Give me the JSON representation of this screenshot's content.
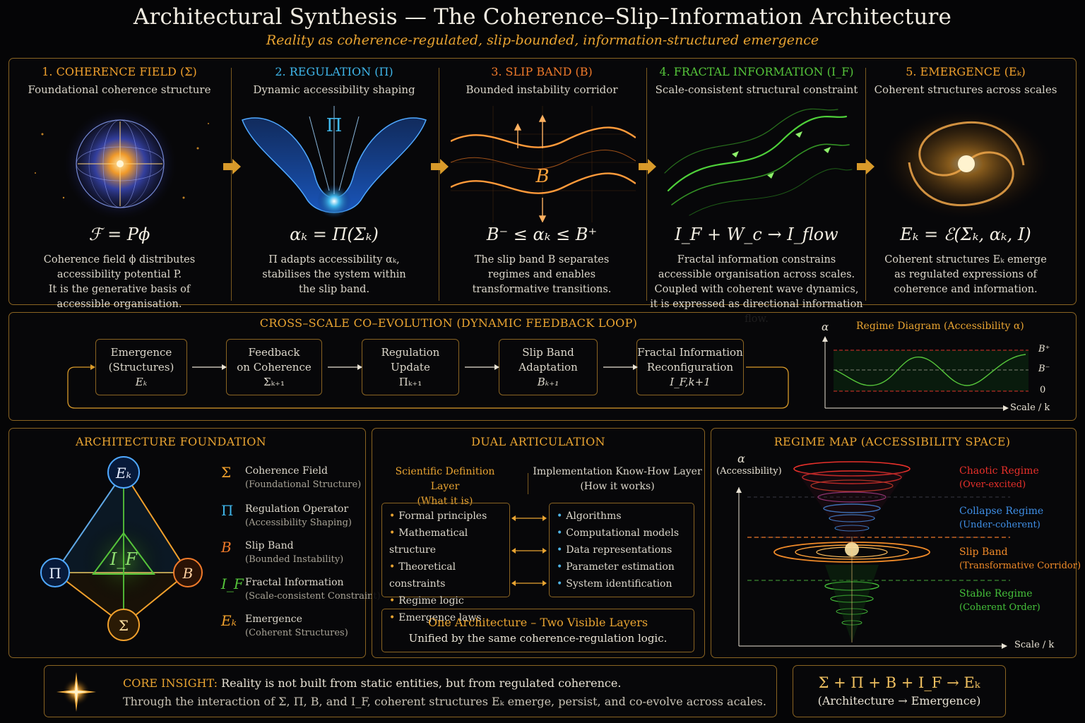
{
  "header": {
    "title": "Architectural Synthesis — The Coherence–Slip–Information Architecture",
    "subtitle": "Reality as coherence-regulated, slip-bounded, information-structured emergence"
  },
  "columns": [
    {
      "title": "1. COHERENCE FIELD (Σ)",
      "subtitle": "Foundational coherence structure",
      "equation": "ℱ = Pϕ",
      "desc": [
        "Coherence field ϕ distributes",
        "accessibility potential P.",
        "It is the generative basis of",
        "accessible organisation."
      ],
      "color": "#f0a02c"
    },
    {
      "title": "2. REGULATION (Π)",
      "subtitle": "Dynamic accessibility shaping",
      "equation": "αₖ = Π(Σₖ)",
      "desc": [
        "Π adapts accessibility αₖ,",
        "stabilises the system within",
        "the slip band."
      ],
      "color": "#3fb6ea"
    },
    {
      "title": "3. SLIP BAND (B)",
      "subtitle": "Bounded instability corridor",
      "equation": "B⁻ ≤ αₖ ≤ B⁺",
      "desc": [
        "The slip band B separates",
        "regimes and enables",
        "transformative transitions."
      ],
      "color": "#f07a2a"
    },
    {
      "title": "4. FRACTAL INFORMATION (I_F)",
      "subtitle": "Scale-consistent structural constraint",
      "equation": "I_F + W_c → I_flow",
      "desc": [
        "Fractal information constrains",
        "accessible organisation across scales.",
        "Coupled with coherent wave dynamics,",
        "it is expressed as directional information flow."
      ],
      "color": "#55c43a"
    },
    {
      "title": "5. EMERGENCE (Eₖ)",
      "subtitle": "Coherent structures across scales",
      "equation": "Eₖ = ℰ(Σₖ, αₖ, I)",
      "desc": [
        "Coherent structures Eₖ emerge",
        "as regulated expressions of",
        "coherence and information."
      ],
      "color": "#f0a02c"
    }
  ],
  "feedback": {
    "title": "CROSS–SCALE CO–EVOLUTION (DYNAMIC FEEDBACK LOOP)",
    "boxes": [
      {
        "line1": "Emergence",
        "line2": "(Structures)",
        "sym": "Eₖ"
      },
      {
        "line1": "Feedback",
        "line2": "on Coherence",
        "sym": "Σₖ₊₁"
      },
      {
        "line1": "Regulation",
        "line2": "Update",
        "sym": "Πₖ₊₁"
      },
      {
        "line1": "Slip Band",
        "line2": "Adaptation",
        "sym": "Bₖ₊₁"
      },
      {
        "line1": "Fractal Information",
        "line2": "Reconfiguration",
        "sym": "I_F,k+1"
      }
    ]
  },
  "regime_diagram": {
    "title": "Regime Diagram (Accessibility α)",
    "yaxis": "α",
    "xaxis": "Scale / k",
    "ticks": [
      "B⁺",
      "B⁻",
      "0"
    ]
  },
  "foundation": {
    "title": "ARCHITECTURE FOUNDATION",
    "nodes": {
      "top": "Eₖ",
      "left": "Π",
      "right": "B",
      "bottom": "Σ",
      "center": "I_F"
    },
    "legend": [
      {
        "sym": "Σ",
        "label": "Coherence Field",
        "sub": "(Foundational Structure)",
        "color": "#f0a02c"
      },
      {
        "sym": "Π",
        "label": "Regulation Operator",
        "sub": "(Accessibility Shaping)",
        "color": "#3fb6ea"
      },
      {
        "sym": "B",
        "label": "Slip Band",
        "sub": "(Bounded Instability)",
        "color": "#f07a2a"
      },
      {
        "sym": "I_F",
        "label": "Fractal Information",
        "sub": "(Scale-consistent Constraint)",
        "color": "#55c43a"
      },
      {
        "sym": "Eₖ",
        "label": "Emergence",
        "sub": "(Coherent Structures)",
        "color": "#f0a02c"
      }
    ]
  },
  "dual": {
    "title": "DUAL ARTICULATION",
    "left_head": "Scientific Definition Layer",
    "left_sub": "(What it is)",
    "right_head": "Implementation Know-How Layer",
    "right_sub": "(How it works)",
    "left_items": [
      "Formal principles",
      "Mathematical structure",
      "Theoretical constraints",
      "Regime logic",
      "Emergence laws"
    ],
    "right_items": [
      "Algorithms",
      "Computational models",
      "Data representations",
      "Parameter estimation",
      "System identification"
    ],
    "footer_title": "One Architecture – Two Visible Layers",
    "footer_sub": "Unified by the same coherence-regulation logic."
  },
  "regime_map": {
    "title": "REGIME MAP (ACCESSIBILITY SPACE)",
    "yaxis": "α",
    "yaxis_sub": "(Accessibility)",
    "xaxis": "Scale / k",
    "regimes": [
      {
        "name": "Chaotic Regime",
        "sub": "(Over-excited)",
        "color": "#e8302a"
      },
      {
        "name": "Collapse Regime",
        "sub": "(Under-coherent)",
        "color": "#3f8fe6"
      },
      {
        "name": "Slip Band",
        "sub": "(Transformative Corridor)",
        "color": "#f08a28"
      },
      {
        "name": "Stable Regime",
        "sub": "(Coherent Order)",
        "color": "#45c03a"
      }
    ]
  },
  "insight": {
    "label": "CORE INSIGHT:",
    "line1": "Reality is not built from static entities, but from regulated coherence.",
    "line2": "Through the interaction of Σ, Π, B, and I_F, coherent structures Eₖ emerge, persist, and co-evolve across acales."
  },
  "formula": {
    "expr": "Σ + Π + B + I_F → Eₖ",
    "caption": "(Architecture → Emergence)"
  }
}
